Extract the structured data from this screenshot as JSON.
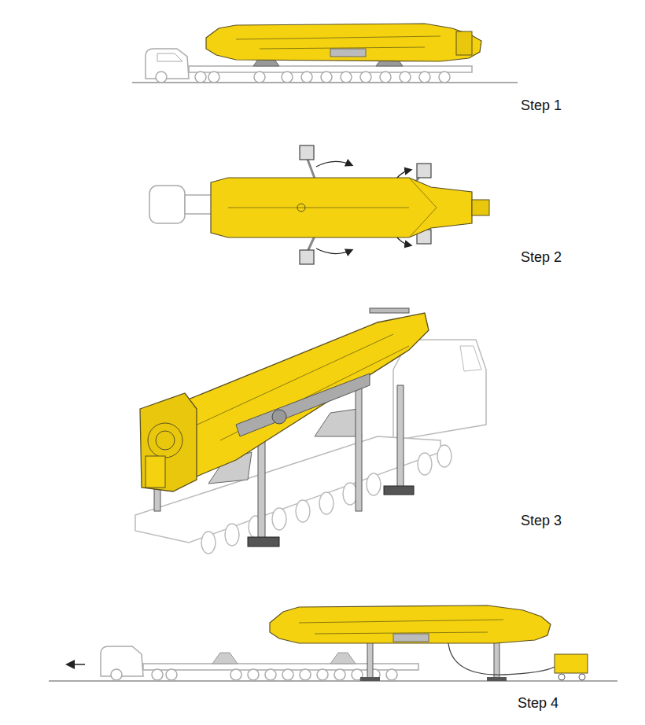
{
  "diagram": {
    "labels": [
      "Step 1",
      "Step 2",
      "Step 3",
      "Step 4"
    ]
  }
}
